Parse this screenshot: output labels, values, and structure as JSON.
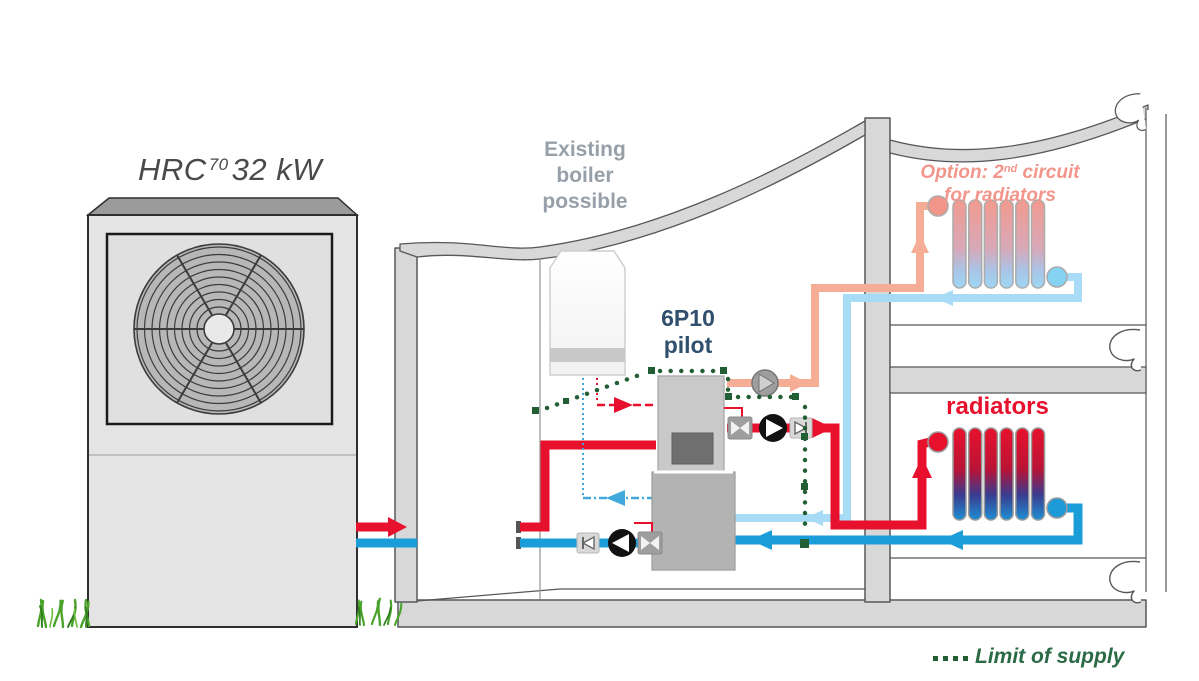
{
  "product_label": {
    "model": "HRC",
    "model_sup": "70",
    "power": "32 kW"
  },
  "annotations": {
    "existing_boiler": {
      "line1": "Existing",
      "line2": "boiler",
      "line3": "possible"
    },
    "pilot_unit": {
      "line1": "6P10",
      "line2": "pilot"
    },
    "option_circuit": {
      "prefix": "Option: 2",
      "sup": "nd",
      "suffix": " circuit",
      "line2": "for radiators"
    },
    "radiators_label": "radiators",
    "legend": {
      "limit_of_supply": "Limit of supply"
    }
  },
  "colors": {
    "hot_pipe_red": "#e8112d",
    "cold_pipe_blue": "#1b9dd9",
    "return_pale_blue": "#a8dbf5",
    "option_salmon": "#f5ad95",
    "limit_green": "#215e33",
    "legend_text_green": "#2a6b45",
    "boiler_text_gray": "#97a0a8",
    "pilot_text_navy": "#30506e",
    "title_gray": "#4a4a4a",
    "wall_gray": "#d8d8d8",
    "wall_stroke": "#55585a",
    "grass_green": "#4aa32b"
  },
  "icons": {
    "fan-icon": "concentric-circle-grille",
    "pump-icon": "circle-with-triangle",
    "valve-icon": "bowtie-in-square-with-red-handle",
    "check-valve-icon": "triangle-and-bar-in-square",
    "grass-icon": "curved-grass-blades",
    "limit-dots-icon": "green-dotted-line",
    "arrow-icon": "solid-flow-arrowhead"
  }
}
